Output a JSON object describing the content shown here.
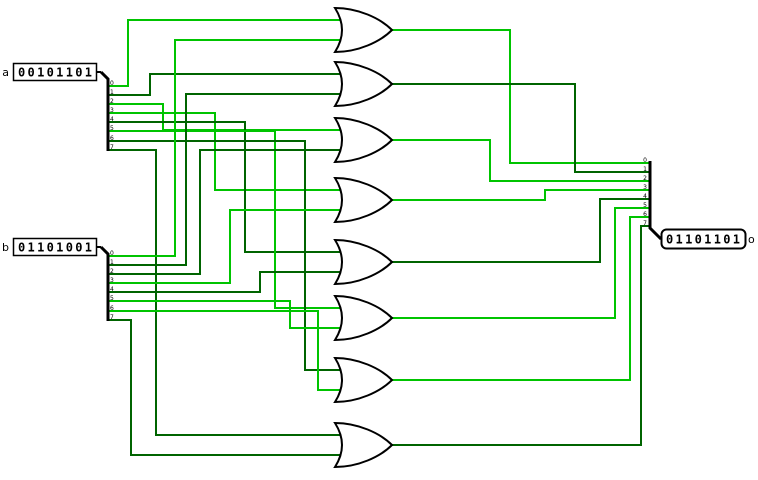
{
  "app": {
    "name": "logic-circuit-canvas"
  },
  "colors": {
    "wire_on": "#00c400",
    "wire_off": "#006400",
    "outline": "#000000",
    "gate_fill": "#ffffff",
    "canvas": "#ffffff"
  },
  "pins": {
    "a": {
      "label": "a",
      "value": "00101101"
    },
    "b": {
      "label": "b",
      "value": "01101001"
    },
    "o": {
      "label": "o",
      "value": "01101101"
    }
  },
  "bit_labels": [
    "0",
    "1",
    "2",
    "3",
    "4",
    "5",
    "6",
    "7"
  ],
  "gates": {
    "type": "OR",
    "count": 8
  }
}
